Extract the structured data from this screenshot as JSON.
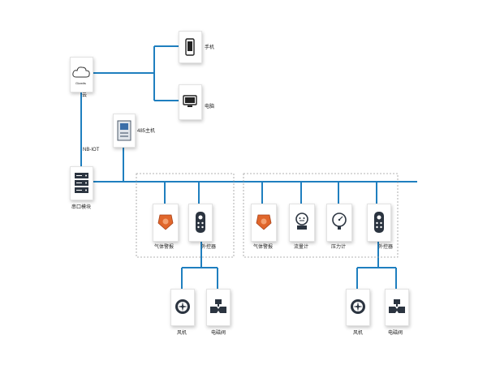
{
  "colors": {
    "wire": "#1f7fbf",
    "group_border": "#9a9a9a",
    "accent_orange": "#e0662b",
    "dark": "#2b3440"
  },
  "cloud": {
    "label": "Gizwits"
  },
  "links": {
    "cloud_to_hub": "云",
    "hub_uplink": "NB-IOT"
  },
  "devices": {
    "phone": "手机",
    "pc": "电脑"
  },
  "host485": {
    "label": "485主机"
  },
  "hub": {
    "label": "串口模块"
  },
  "group1": {
    "gas": "气体警报",
    "controller": "外控器",
    "fan": "风机",
    "valve": "电磁阀"
  },
  "group2": {
    "gas": "气体警报",
    "flowmeter": "流量计",
    "pressure": "压力计",
    "controller": "外控器",
    "fan": "风机",
    "valve": "电磁阀"
  }
}
